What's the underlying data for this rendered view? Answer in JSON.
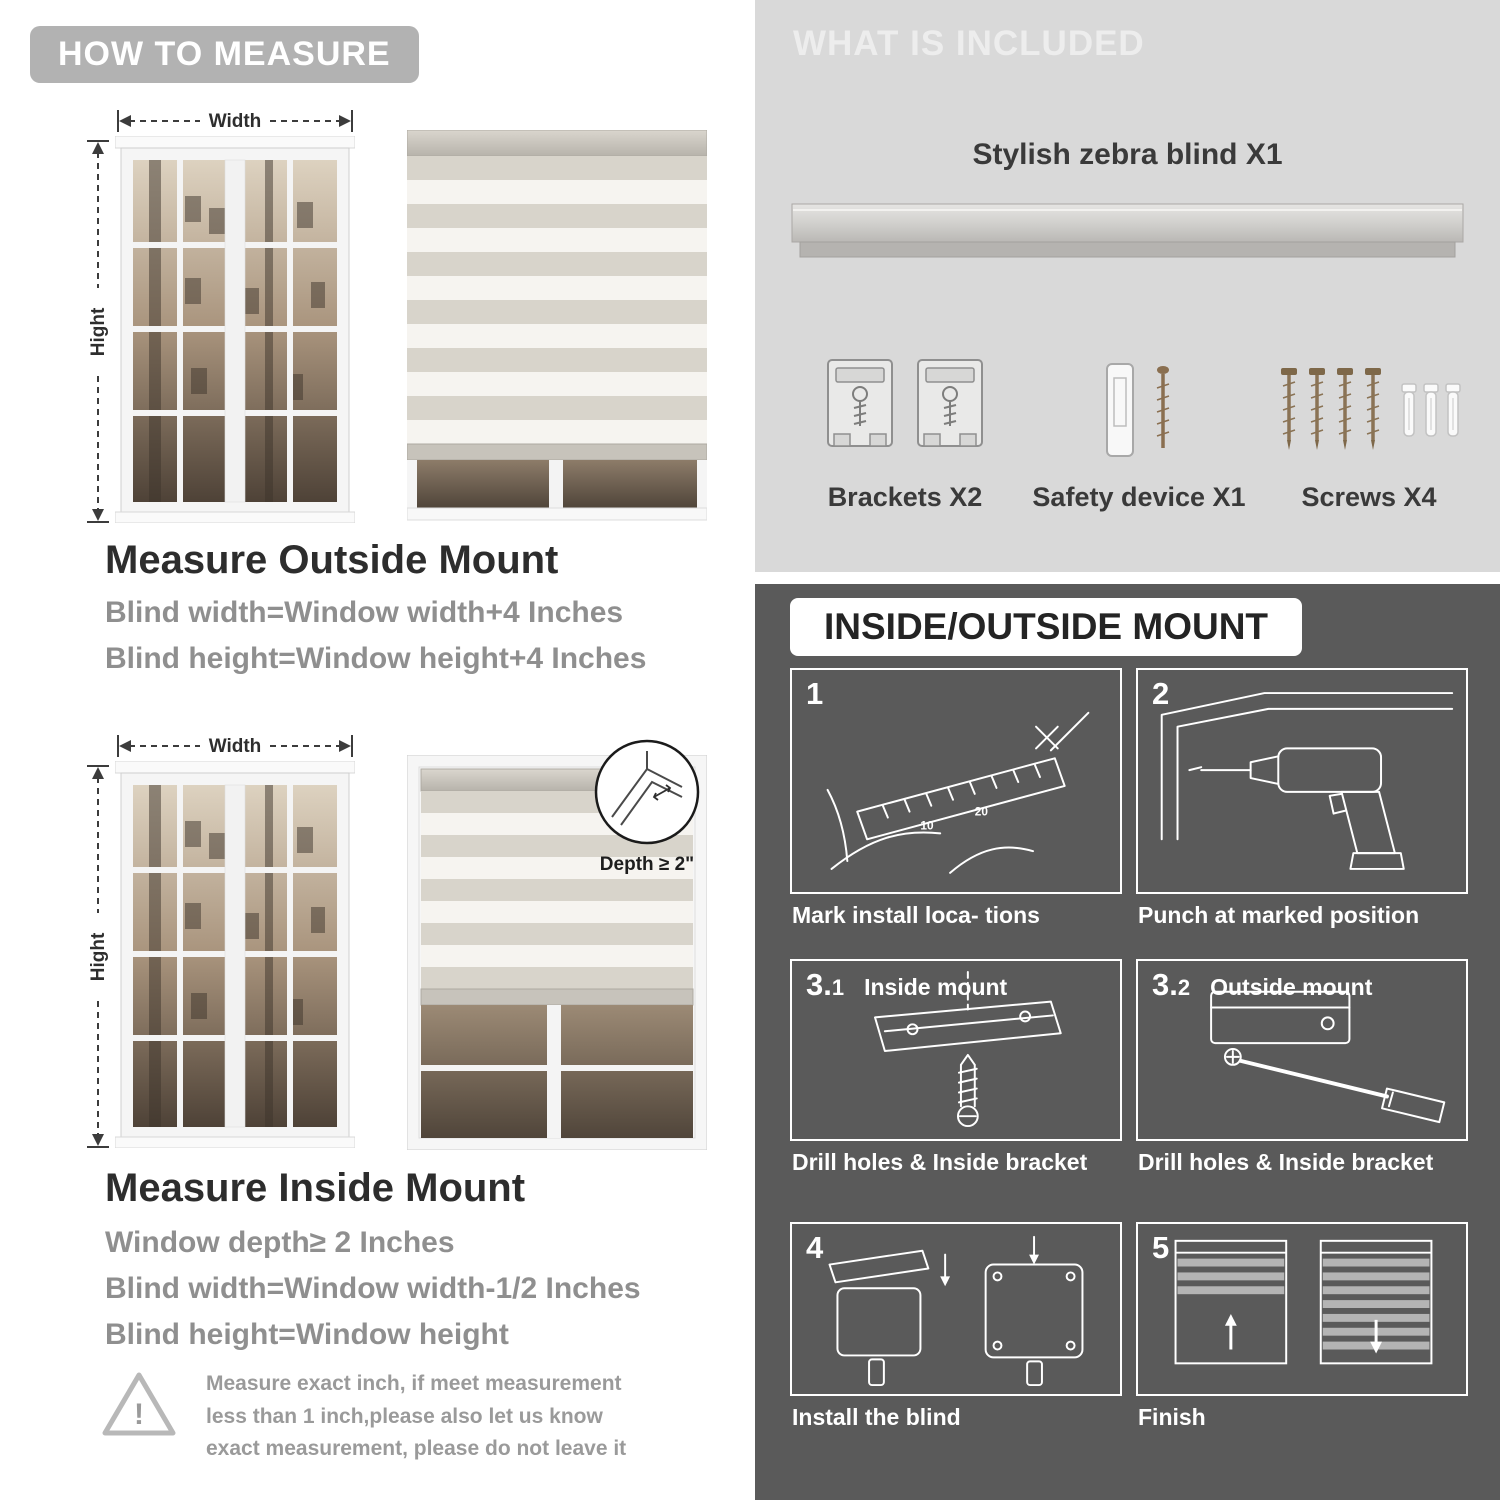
{
  "colors": {
    "pill_gray": "#b2b2b2",
    "panel_light": "#d9d9d9",
    "panel_dark": "#5a5a5a",
    "heading_dark": "#2d2d2d",
    "body_gray": "#8f8f8f"
  },
  "how_to_measure": {
    "header": "HOW TO MEASURE",
    "outside_mount": {
      "width_label": "Width",
      "height_label": "Hight",
      "title": "Measure Outside Mount",
      "lines": [
        "Blind width=Window width+4 Inches",
        "Blind height=Window height+4 Inches"
      ]
    },
    "inside_mount": {
      "width_label": "Width",
      "height_label": "Hight",
      "depth_label": "Depth ≥ 2\"",
      "title": "Measure Inside Mount",
      "lines": [
        "Window depth≥ 2 Inches",
        "Blind width=Window width-1/2 Inches",
        "Blind height=Window height"
      ]
    },
    "warning": {
      "mark": "!",
      "text": "Measure exact inch, if meet measurement less than 1 inch,please also let us know exact measurement, please do not leave it"
    }
  },
  "included": {
    "header": "WHAT IS INCLUDED",
    "blind_label": "Stylish zebra blind X1",
    "items": [
      {
        "label": "Brackets X2"
      },
      {
        "label": "Safety device X1"
      },
      {
        "label": "Screws X4"
      }
    ]
  },
  "mount_guide": {
    "header": "INSIDE/OUTSIDE MOUNT",
    "steps": [
      {
        "num": "1",
        "num_sub": "",
        "inner_label": "",
        "caption": "Mark install loca- tions",
        "ruler_marks": [
          "10",
          "20"
        ]
      },
      {
        "num": "2",
        "num_sub": "",
        "inner_label": "",
        "caption": "Punch at  marked position"
      },
      {
        "num": "3.",
        "num_sub": "1",
        "inner_label": "Inside mount",
        "caption": "Drill holes &  Inside bracket"
      },
      {
        "num": "3.",
        "num_sub": "2",
        "inner_label": "Outside mount",
        "caption": "Drill holes &  Inside bracket"
      },
      {
        "num": "4",
        "num_sub": "",
        "inner_label": "",
        "caption": "Install the blind"
      },
      {
        "num": "5",
        "num_sub": "",
        "inner_label": "",
        "caption": "Finish"
      }
    ]
  }
}
